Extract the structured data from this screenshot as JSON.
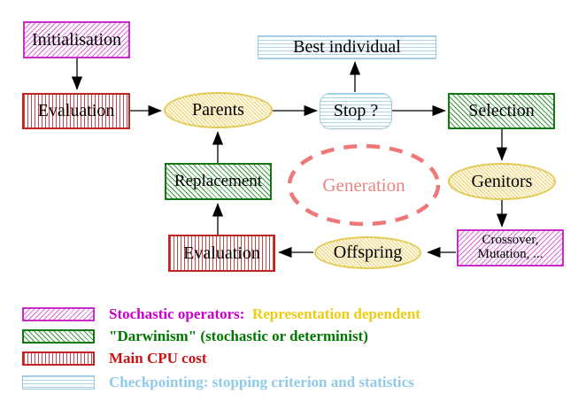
{
  "diagram": {
    "title_implicit": "Evolutionary algorithm cycle",
    "nodes": {
      "initialisation": {
        "label": "Initialisation",
        "pattern": "magenta-diagonal-hatch"
      },
      "evaluation_top": {
        "label": "Evaluation",
        "pattern": "red-vertical-stripes"
      },
      "parents": {
        "label": "Parents",
        "pattern": "yellow-diagonal-hatch-ellipse"
      },
      "best_individual": {
        "label": "Best individual",
        "pattern": "cyan-horizontal-stripes"
      },
      "stop": {
        "label": "Stop ?",
        "pattern": "cyan-horizontal-stripes-rounded"
      },
      "selection": {
        "label": "Selection",
        "pattern": "green-diagonal-hatch"
      },
      "replacement": {
        "label": "Replacement",
        "pattern": "green-diagonal-hatch"
      },
      "generation": {
        "label": "Generation",
        "pattern": "salmon-dashed-ellipse"
      },
      "genitors": {
        "label": "Genitors",
        "pattern": "yellow-diagonal-hatch-ellipse"
      },
      "evaluation_bottom": {
        "label": "Evaluation",
        "pattern": "red-vertical-stripes"
      },
      "offspring": {
        "label": "Offspring",
        "pattern": "yellow-diagonal-hatch-ellipse"
      },
      "crossover": {
        "line1": "Crossover,",
        "line2": "Mutation, ...",
        "pattern": "magenta-diagonal-hatch"
      }
    },
    "edges": [
      {
        "from": "Initialisation",
        "to": "Evaluation"
      },
      {
        "from": "Evaluation",
        "to": "Parents"
      },
      {
        "from": "Parents",
        "to": "Stop ?"
      },
      {
        "from": "Stop ?",
        "to": "Best individual"
      },
      {
        "from": "Stop ?",
        "to": "Selection"
      },
      {
        "from": "Selection",
        "to": "Genitors"
      },
      {
        "from": "Genitors",
        "to": "Crossover, Mutation, ..."
      },
      {
        "from": "Crossover, Mutation, ...",
        "to": "Offspring"
      },
      {
        "from": "Offspring",
        "to": "Evaluation"
      },
      {
        "from": "Evaluation",
        "to": "Replacement"
      },
      {
        "from": "Replacement",
        "to": "Parents"
      }
    ]
  },
  "legend": {
    "items": [
      {
        "swatch": "magenta-diagonal-hatch",
        "label_primary": "Stochastic operators:",
        "label_secondary": "Representation dependent"
      },
      {
        "swatch": "green-diagonal-hatch",
        "label": "\"Darwinism\" (stochastic or determinist)"
      },
      {
        "swatch": "red-vertical-stripes",
        "label": "Main CPU cost"
      },
      {
        "swatch": "cyan-horizontal-stripes",
        "label": "Checkpointing: stopping criterion and statistics"
      }
    ]
  },
  "colors": {
    "magenta_border": "#cc2ccc",
    "green_border": "#137813",
    "red_border": "#c32323",
    "cyan_border": "#9cc9e0",
    "yellow_border": "#e2cb55",
    "salmon_dashed": "#ee7777",
    "legend_magenta_text": "#cc00cc",
    "legend_yellow_text": "#eecc11",
    "legend_green_text": "#007700",
    "legend_red_text": "#cc1111",
    "legend_cyan_text": "#8fcbe8",
    "node_text": "#000000"
  }
}
